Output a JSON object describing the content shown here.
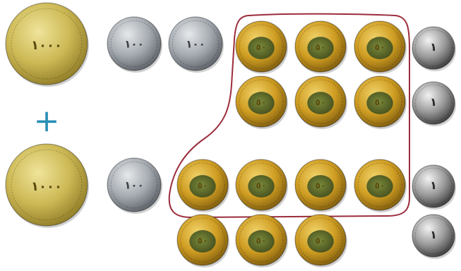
{
  "operator": "+",
  "coins": {
    "large_gold": {
      "label": "١٠٠٠",
      "color": "#c9b54a"
    },
    "silver": {
      "label": "١٠٠",
      "color": "#9aa0a6"
    },
    "small_gold": {
      "label": "٥٠",
      "color": "#c89a1c"
    },
    "small_silver": {
      "label": "١",
      "color": "#8e8e8e"
    }
  },
  "group_outline_color": "#9b2d3c",
  "operator_color": "#2a8fb5"
}
